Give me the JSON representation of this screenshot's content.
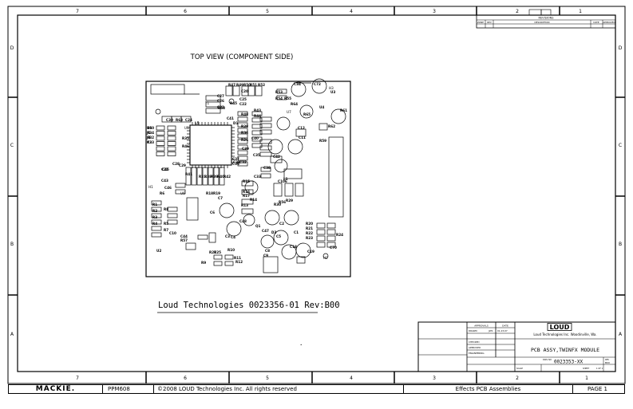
{
  "frame": {
    "column_labels_top": [
      "7",
      "6",
      "5",
      "4",
      "3",
      "2",
      "1"
    ],
    "column_labels_bottom": [
      "7",
      "6",
      "5",
      "4",
      "3",
      "2",
      "1"
    ],
    "row_labels_left": [
      "D",
      "C",
      "B",
      "A"
    ],
    "row_labels_right": [
      "D",
      "C",
      "B",
      "A"
    ]
  },
  "drawing": {
    "view_title": "TOP VIEW (COMPONENT SIDE)",
    "board_label": "Loud Technologies 0023356-01 Rev:B00",
    "board_markings": [
      "H3",
      "H1",
      "H2",
      "T1",
      "U6",
      "U1",
      "U7"
    ],
    "component_labels": [
      "R60",
      "R34",
      "R32",
      "R33",
      "R46",
      "R35",
      "R48",
      "R28",
      "R36",
      "R26",
      "C30",
      "R63",
      "C24",
      "C27",
      "C26",
      "C23",
      "C25",
      "C22",
      "C41",
      "C40",
      "C39",
      "C37",
      "C36",
      "C35",
      "C33",
      "C43",
      "C46",
      "C45",
      "C7",
      "C6",
      "C3",
      "C4",
      "C1",
      "C2",
      "C5",
      "C8",
      "C9",
      "C10",
      "C11",
      "C12",
      "C18",
      "C19",
      "C20",
      "C21",
      "C28",
      "C29",
      "C31",
      "C32",
      "C34",
      "C38",
      "C42",
      "C44",
      "C47",
      "C48",
      "C70",
      "C72",
      "C106",
      "R1",
      "R2",
      "R3",
      "R4",
      "R5",
      "R6",
      "R7",
      "R8",
      "R9",
      "R10",
      "R11",
      "R12",
      "R13",
      "R14",
      "R15",
      "R16",
      "R17",
      "R18",
      "R19",
      "R20",
      "R21",
      "R22",
      "R23",
      "R24",
      "R25",
      "R27",
      "R29",
      "R30",
      "R31",
      "R38",
      "R39",
      "R40",
      "R41",
      "R42",
      "R43",
      "R44",
      "R45",
      "R47",
      "R49",
      "R50",
      "R51",
      "R52",
      "R53",
      "R54",
      "R55",
      "R56",
      "R57",
      "R58",
      "R59",
      "R61",
      "R62",
      "R64",
      "R65",
      "L1",
      "L5",
      "D1",
      "D3",
      "Q1",
      "U2",
      "U3",
      "U4",
      "U5",
      "J1",
      "J3",
      "K3"
    ]
  },
  "title_block": {
    "approvals_header": "APPROVALS",
    "date_header": "DATE",
    "drawn_label": "DRAWN",
    "drawn_value": "JWS",
    "date_value": "01-23-07",
    "checked_label": "CHECKED",
    "approved_label": "APPROVED",
    "engineering_label": "ENGINEERING",
    "company_logo": "LOUD",
    "company_line": "Loud Technologies Inc. Woodinville, Wa.",
    "title": "PCB ASSY,TWINFX MODULE",
    "dwg_no_label": "DWG NO",
    "dwg_no": "0023353-XX",
    "rev_label": "REV",
    "rev_value": "B00",
    "scale_label": "SCALE",
    "sheet_label": "SHEET",
    "sheet_value": "1 OF 1",
    "revisions_header": "REVISIONS",
    "rev_columns": [
      "ZONE",
      "REV",
      "DESCRIPTION",
      "DATE",
      "APPROVED"
    ]
  },
  "footer": {
    "brand": "MACKIE.",
    "model": "PPM608",
    "copyright": "©2008 LOUD Technologies Inc. All rights reserved",
    "section": "Effects PCB Assemblies",
    "page": "PAGE 1"
  }
}
